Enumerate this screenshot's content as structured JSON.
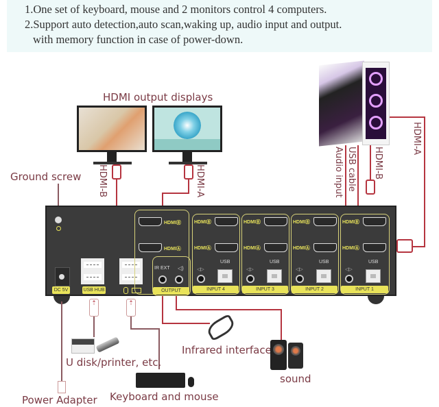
{
  "features": {
    "line1": "1.One set of keyboard, mouse and 2 monitors control 4 computers.",
    "line2": "2.Support auto detection,auto scan,waking up, audio input and output.",
    "line3": "with memory function in case of power-down."
  },
  "labels": {
    "hdmi_output_displays": "HDMI output displays",
    "ground_screw": "Ground screw",
    "hdmi_b_left": "HDMI-B",
    "hdmi_a_left": "HDMI-A",
    "audio_input": "Audio input",
    "usb_cable": "USB cable",
    "hdmi_b_right": "HDMI-B",
    "hdmi_a_right": "HDMI-A",
    "u_disk_printer": "U disk/printer, etc.",
    "infrared_interface": "Infrared interface",
    "sound": "sound",
    "power_adapter": "Power Adapter",
    "keyboard_mouse": "Keyboard and mouse"
  },
  "device": {
    "dc_label": "DC 5V",
    "usb_hub_label": "USB HUB",
    "ir_ext_label": "IR EXT",
    "output_label": "OUTPUT",
    "hdmi_b": "HDMIⒷ",
    "hdmi_a": "HDMIⒶ",
    "usb": "USB",
    "inputs": [
      "INPUT 4",
      "INPUT 3",
      "INPUT 2",
      "INPUT 1"
    ]
  },
  "colors": {
    "wire": "#b5343f",
    "label_text": "#7a3a44",
    "device_body": "#3b3b3b",
    "panel_yellow": "#e9e35a"
  }
}
